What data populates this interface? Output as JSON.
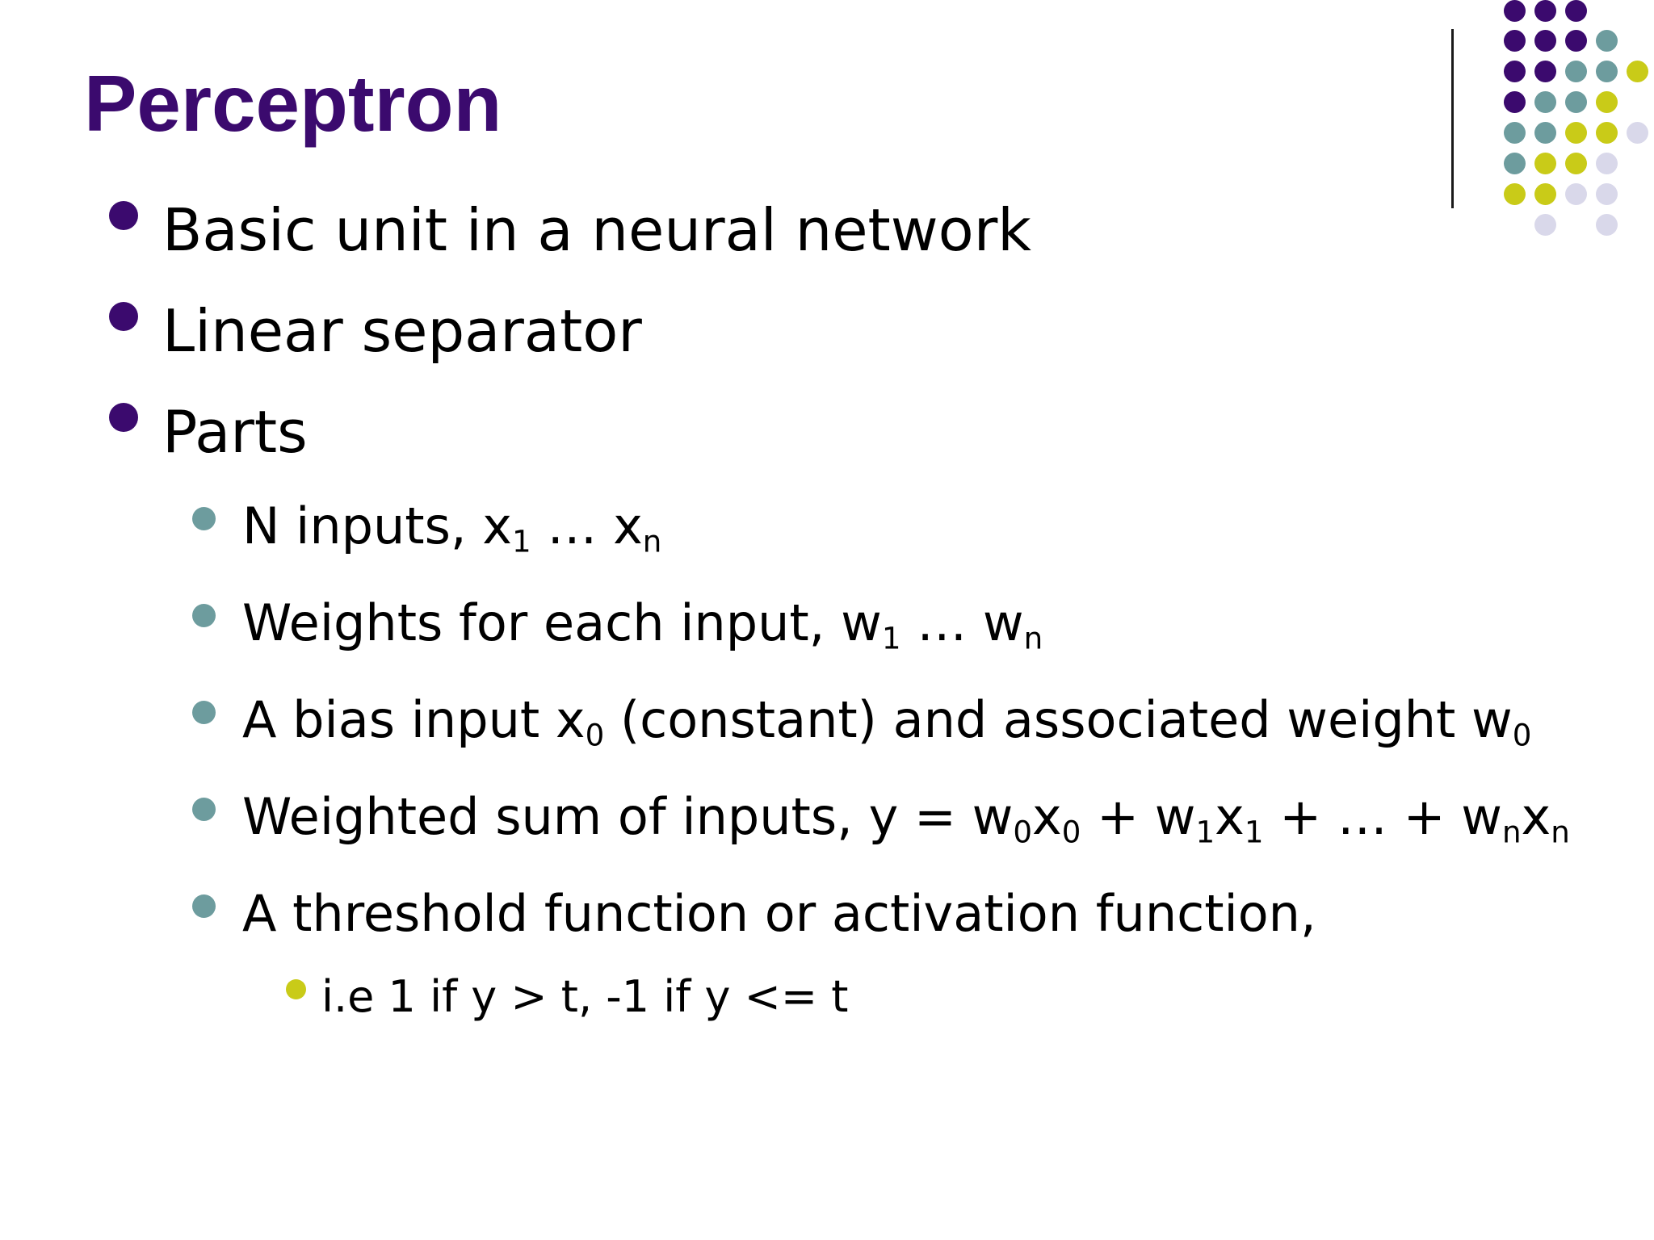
{
  "slide": {
    "title": "Perceptron",
    "colors": {
      "title": "#3b0a6e",
      "bullet_level1": "#3b0a6e",
      "bullet_level2": "#6d9c9e",
      "bullet_level3": "#c9cb18",
      "dot_palette": [
        "#3b0a6e",
        "#6d9c9e",
        "#c9cb18",
        "#d9d8ea"
      ]
    },
    "bullets": [
      {
        "text": "Basic unit in a neural network"
      },
      {
        "text": "Linear separator"
      },
      {
        "text": "Parts"
      }
    ],
    "sub_bullets": [
      {
        "p1": "N inputs, x",
        "s1": "1",
        "p2": " … x",
        "s2": "n"
      },
      {
        "p1": "Weights for each input, w",
        "s1": "1",
        "p2": " … w",
        "s2": "n"
      },
      {
        "p1": "A bias input x",
        "s1": "0",
        "p2": " (constant) and associated weight w",
        "s2": "0"
      },
      {
        "p1": "Weighted sum of inputs, y = w",
        "s1": "0",
        "p2": "x",
        "s2": "0",
        "p3": " + w",
        "s3": "1",
        "p4": "x",
        "s4": "1",
        "p5": " + … + w",
        "s5": "n",
        "p6": "x",
        "s6": "n"
      },
      {
        "p1": "A threshold function or activation function,"
      }
    ],
    "sub_sub_bullets": [
      {
        "text": "i.e 1 if y > t, -1 if y <= t"
      }
    ]
  }
}
